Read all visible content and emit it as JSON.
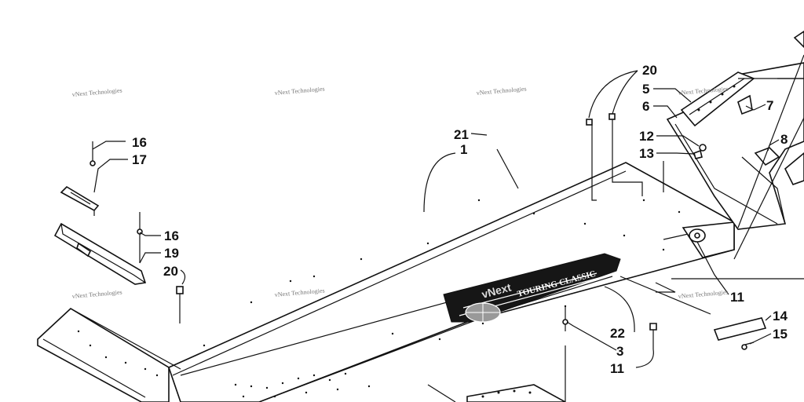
{
  "watermarks": [
    "vNext Technologies",
    "vNext Technologies",
    "vNext Technologies",
    "vNext Technologies",
    "vNext Technologies",
    "vNext Technologies",
    "vNext Technologies"
  ],
  "emblem": {
    "brand": "vNext",
    "label": "TOURING CLASSIC"
  },
  "callouts": [
    "16",
    "17",
    "16",
    "19",
    "20",
    "20",
    "5",
    "6",
    "7",
    "12",
    "13",
    "8",
    "21",
    "1",
    "11",
    "14",
    "15",
    "22",
    "3",
    "11"
  ]
}
